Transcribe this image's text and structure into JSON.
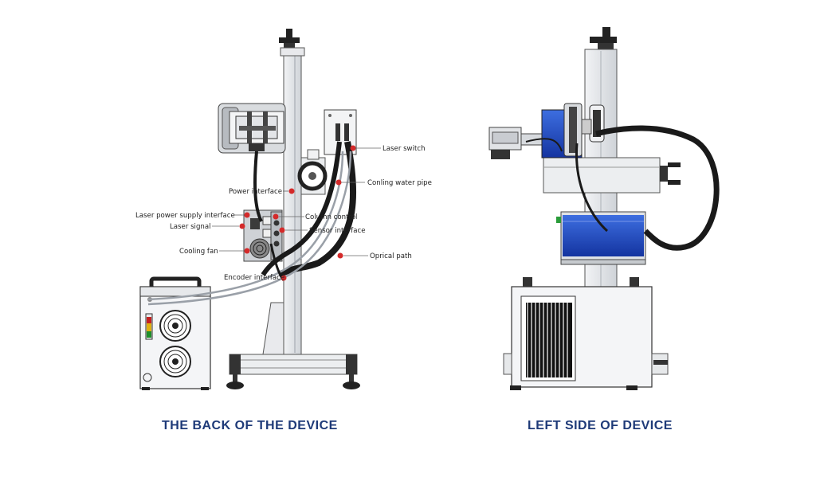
{
  "captions": {
    "back": "THE BACK OF THE DEVICE",
    "left": "LEFT SIDE OF DEVICE"
  },
  "labels": {
    "laser_switch": "Laser switch",
    "cooling_water_pipe": "Conling water pipe",
    "power_interface": "Power interface",
    "laser_power_supply_interface": "Laser power supply interface",
    "column_control": "Column control",
    "laser_signal": "Laser signal",
    "sensor_interface": "Sensor interface",
    "cooling_fan": "Cooling fan",
    "optical_path": "Oprical path",
    "encoder_interface": "Encoder interface"
  },
  "colors": {
    "accent_blue": "#1f4fb8",
    "caption_navy": "#1e3a78",
    "callout_red": "#d42a2a",
    "panel_gray": "#e4e6ea",
    "hose_black": "#1a1a1a"
  }
}
